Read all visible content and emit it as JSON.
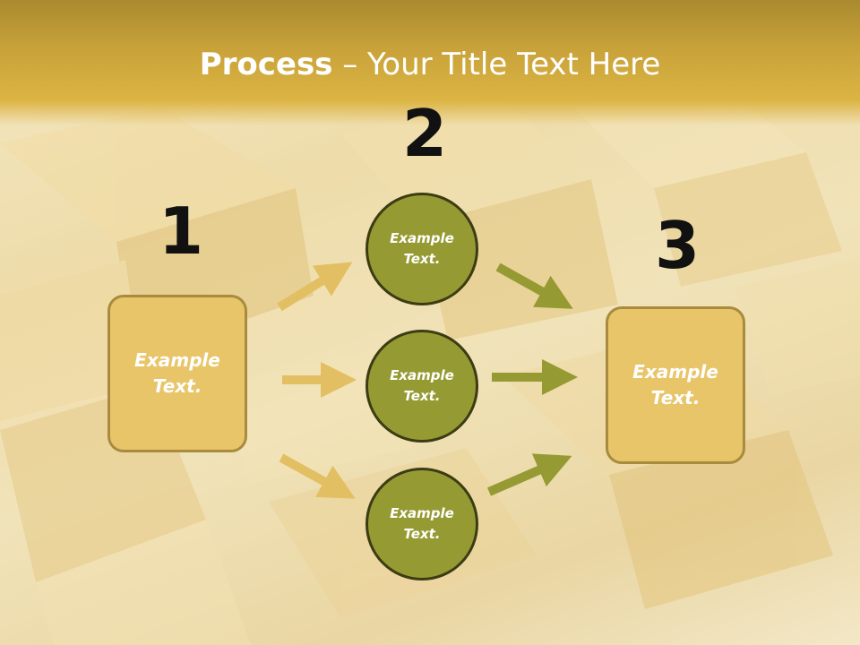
{
  "title": {
    "bold": "Process",
    "rest": " – Your Title Text Here"
  },
  "numbers": [
    "1",
    "2",
    "3"
  ],
  "left_box": {
    "line1": "Example",
    "line2": "Text."
  },
  "circles": [
    {
      "line1": "Example",
      "line2": "Text."
    },
    {
      "line1": "Example",
      "line2": "Text."
    },
    {
      "line1": "Example",
      "line2": "Text."
    }
  ],
  "right_box": {
    "line1": "Example",
    "line2": "Text."
  },
  "colors": {
    "header": "#d4ae42",
    "box_fill": "#e9c56a",
    "box_border": "#a88b3e",
    "circle_fill": "#969a33",
    "circle_border": "#3c3c14",
    "arrow_left": "#e2bf62",
    "arrow_right": "#969a33"
  }
}
